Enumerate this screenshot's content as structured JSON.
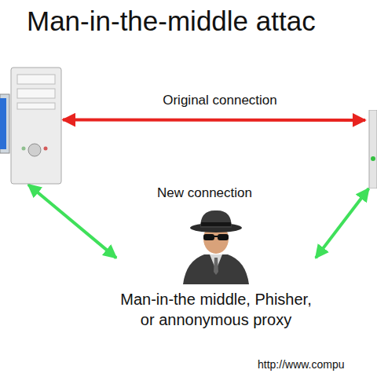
{
  "diagram": {
    "title": "Man-in-the-middle attac",
    "nodes": [
      {
        "text": []
      },
      {
        "text": []
      },
      {
        "text": [
          "Man-in-the middle, Phisher, or annonymous proxy"
        ]
      }
    ],
    "edges": [
      {
        "from": 0,
        "to": 1,
        "label": "Original connection",
        "arrow": "both"
      },
      {
        "from": 0,
        "to": 2,
        "arrow": "both"
      },
      {
        "from": 2,
        "to": 1,
        "arrow": "both"
      }
    ],
    "labels": [
      "New connection",
      "http://www.compu"
    ]
  }
}
